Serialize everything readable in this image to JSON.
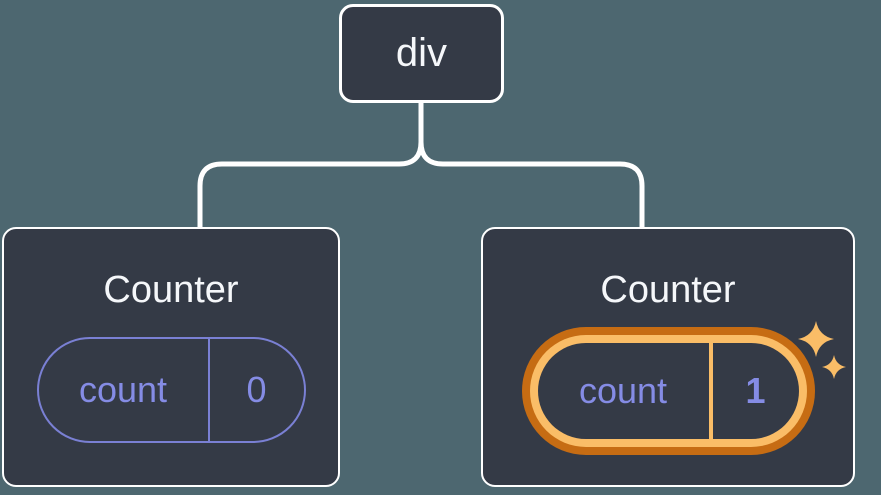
{
  "diagram": {
    "type": "react-component-tree",
    "root": {
      "label": "div"
    },
    "children": [
      {
        "title": "Counter",
        "state": {
          "key": "count",
          "value": "0"
        },
        "highlighted": false
      },
      {
        "title": "Counter",
        "state": {
          "key": "count",
          "value": "1"
        },
        "highlighted": true
      }
    ],
    "icons": {
      "sparkles": "sparkles-icon"
    },
    "colors": {
      "background": "#4d6770",
      "card_fill": "#343a46",
      "card_border": "#ffffff",
      "connector": "#ffffff",
      "text": "#f5f7fa",
      "state_purple_text": "#858ce5",
      "state_purple_border": "#7a80d4",
      "highlight_orange_dark": "#c66c13",
      "highlight_orange_light": "#fabd67"
    }
  }
}
